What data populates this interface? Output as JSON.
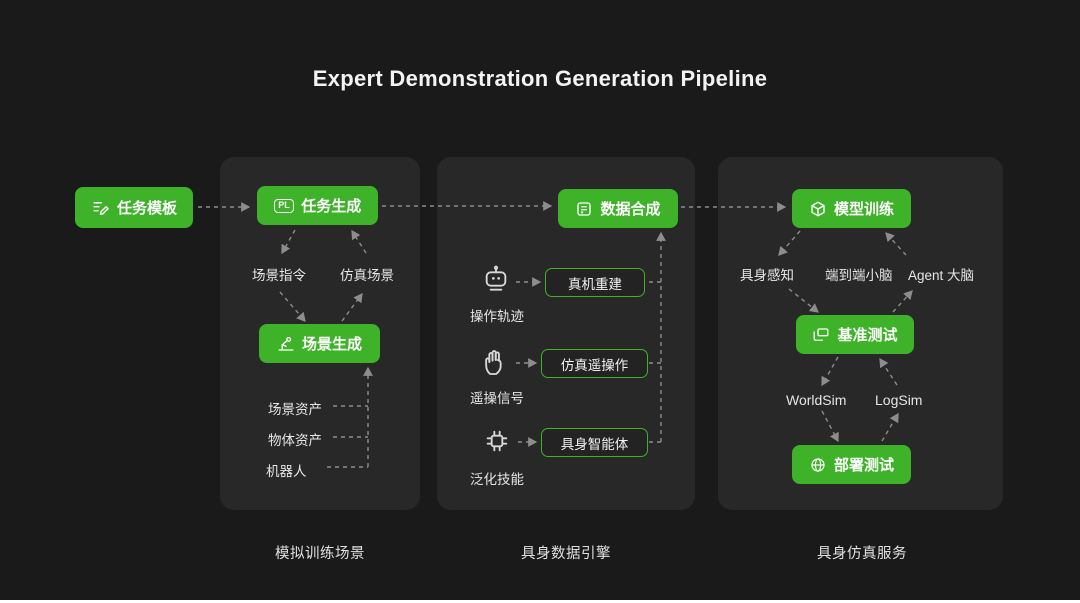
{
  "title": "Expert Demonstration Generation Pipeline",
  "colors": {
    "green": "#3eb229",
    "background": "#1a1a1a",
    "panel": "#282828",
    "arrow": "#8d8d8d"
  },
  "source_node": {
    "label": "任务模板",
    "icon": "task-template-icon"
  },
  "panels": {
    "training_scene": {
      "caption": "模拟训练场景",
      "task_generation": {
        "label": "任务生成",
        "icon_text": "PL"
      },
      "scene_instruction": "场景指令",
      "sim_scene": "仿真场景",
      "scene_generation": {
        "label": "场景生成",
        "icon": "robot-arm-icon"
      },
      "assets": [
        "场景资产",
        "物体资产",
        "机器人"
      ]
    },
    "data_engine": {
      "caption": "具身数据引擎",
      "data_synthesis": {
        "label": "数据合成",
        "icon": "data-capture-icon"
      },
      "rows": [
        {
          "icon": "robot-icon",
          "label": "操作轨迹",
          "box": "真机重建"
        },
        {
          "icon": "glove-icon",
          "label": "遥操信号",
          "box": "仿真遥操作"
        },
        {
          "icon": "skill-chip-icon",
          "label": "泛化技能",
          "box": "具身智能体"
        }
      ]
    },
    "simulation_service": {
      "caption": "具身仿真服务",
      "model_training": {
        "label": "模型训练",
        "icon": "cube-icon"
      },
      "capabilities": [
        "具身感知",
        "端到端小脑",
        "Agent 大脑"
      ],
      "benchmark": {
        "label": "基准测试",
        "icon": "monitor-icon"
      },
      "simulators": [
        "WorldSim",
        "LogSim"
      ],
      "deployment": {
        "label": "部署测试",
        "icon": "deploy-globe-icon"
      }
    }
  }
}
